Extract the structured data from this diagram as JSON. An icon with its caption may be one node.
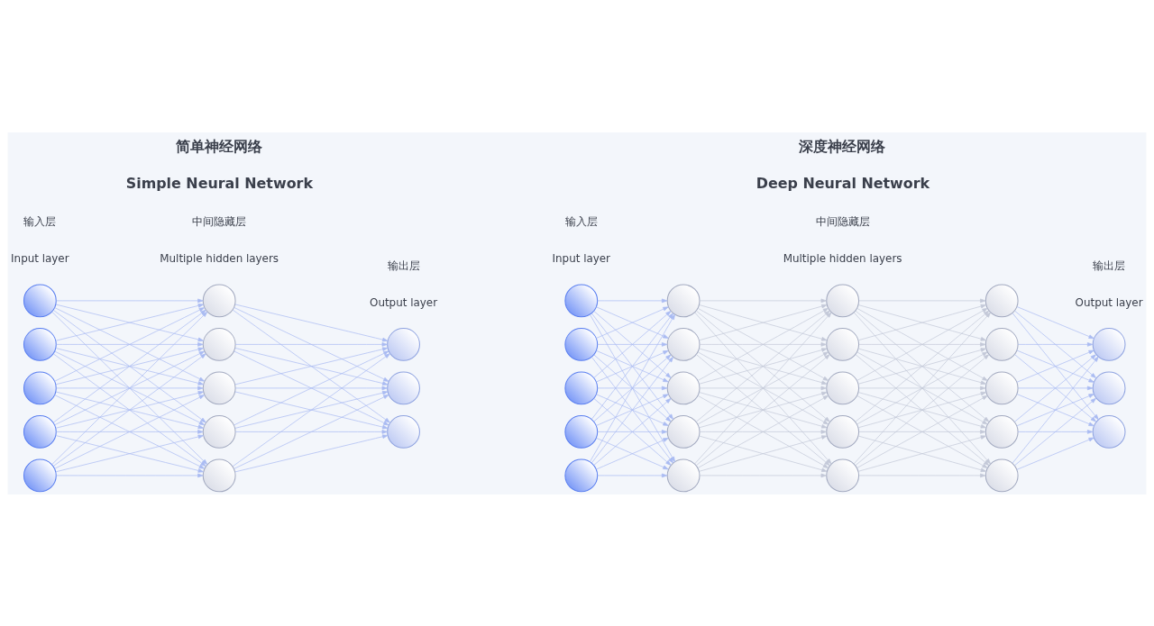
{
  "diagram": {
    "nodes": [
      {
        "text": [],
        "shape": "circle"
      },
      {
        "text": [],
        "shape": "circle"
      },
      {
        "text": [],
        "shape": "circle"
      },
      {
        "text": [],
        "shape": "circle"
      },
      {
        "text": [],
        "shape": "circle"
      },
      {
        "text": [],
        "shape": "circle"
      },
      {
        "text": [],
        "shape": "circle"
      },
      {
        "text": [],
        "shape": "circle"
      },
      {
        "text": [],
        "shape": "circle"
      },
      {
        "text": [],
        "shape": "circle"
      },
      {
        "text": [],
        "shape": "circle"
      },
      {
        "text": [],
        "shape": "circle"
      },
      {
        "text": [],
        "shape": "circle"
      },
      {
        "text": [],
        "shape": "circle"
      },
      {
        "text": [],
        "shape": "circle"
      },
      {
        "text": [],
        "shape": "circle"
      },
      {
        "text": [],
        "shape": "circle"
      },
      {
        "text": [],
        "shape": "circle"
      },
      {
        "text": [],
        "shape": "circle"
      },
      {
        "text": [],
        "shape": "circle"
      },
      {
        "text": [],
        "shape": "circle"
      },
      {
        "text": [],
        "shape": "circle"
      },
      {
        "text": [],
        "shape": "circle"
      },
      {
        "text": [],
        "shape": "circle"
      },
      {
        "text": [],
        "shape": "circle"
      },
      {
        "text": [],
        "shape": "circle"
      },
      {
        "text": [],
        "shape": "circle"
      },
      {
        "text": [],
        "shape": "circle"
      },
      {
        "text": [],
        "shape": "circle"
      },
      {
        "text": [],
        "shape": "circle"
      },
      {
        "text": [],
        "shape": "circle"
      },
      {
        "text": [],
        "shape": "circle"
      },
      {
        "text": [],
        "shape": "circle"
      },
      {
        "text": [],
        "shape": "circle"
      },
      {
        "text": [],
        "shape": "circle"
      },
      {
        "text": [],
        "shape": "circle"
      }
    ],
    "edges": [
      {
        "from": 0,
        "to": 5,
        "arrow": "to"
      },
      {
        "from": 0,
        "to": 6,
        "arrow": "to"
      },
      {
        "from": 0,
        "to": 7,
        "arrow": "to"
      },
      {
        "from": 0,
        "to": 8,
        "arrow": "to"
      },
      {
        "from": 0,
        "to": 9,
        "arrow": "to"
      },
      {
        "from": 1,
        "to": 5,
        "arrow": "to"
      },
      {
        "from": 1,
        "to": 6,
        "arrow": "to"
      },
      {
        "from": 1,
        "to": 7,
        "arrow": "to"
      },
      {
        "from": 1,
        "to": 8,
        "arrow": "to"
      },
      {
        "from": 1,
        "to": 9,
        "arrow": "to"
      },
      {
        "from": 2,
        "to": 5,
        "arrow": "to"
      },
      {
        "from": 2,
        "to": 6,
        "arrow": "to"
      },
      {
        "from": 2,
        "to": 7,
        "arrow": "to"
      },
      {
        "from": 2,
        "to": 8,
        "arrow": "to"
      },
      {
        "from": 2,
        "to": 9,
        "arrow": "to"
      },
      {
        "from": 3,
        "to": 5,
        "arrow": "to"
      },
      {
        "from": 3,
        "to": 6,
        "arrow": "to"
      },
      {
        "from": 3,
        "to": 7,
        "arrow": "to"
      },
      {
        "from": 3,
        "to": 8,
        "arrow": "to"
      },
      {
        "from": 3,
        "to": 9,
        "arrow": "to"
      },
      {
        "from": 4,
        "to": 5,
        "arrow": "to"
      },
      {
        "from": 4,
        "to": 6,
        "arrow": "to"
      },
      {
        "from": 4,
        "to": 7,
        "arrow": "to"
      },
      {
        "from": 4,
        "to": 8,
        "arrow": "to"
      },
      {
        "from": 4,
        "to": 9,
        "arrow": "to"
      },
      {
        "from": 5,
        "to": 10,
        "arrow": "to"
      },
      {
        "from": 5,
        "to": 11,
        "arrow": "to"
      },
      {
        "from": 5,
        "to": 12,
        "arrow": "to"
      },
      {
        "from": 6,
        "to": 10,
        "arrow": "to"
      },
      {
        "from": 6,
        "to": 11,
        "arrow": "to"
      },
      {
        "from": 6,
        "to": 12,
        "arrow": "to"
      },
      {
        "from": 7,
        "to": 10,
        "arrow": "to"
      },
      {
        "from": 7,
        "to": 11,
        "arrow": "to"
      },
      {
        "from": 7,
        "to": 12,
        "arrow": "to"
      },
      {
        "from": 8,
        "to": 10,
        "arrow": "to"
      },
      {
        "from": 8,
        "to": 11,
        "arrow": "to"
      },
      {
        "from": 8,
        "to": 12,
        "arrow": "to"
      },
      {
        "from": 9,
        "to": 10,
        "arrow": "to"
      },
      {
        "from": 9,
        "to": 11,
        "arrow": "to"
      },
      {
        "from": 9,
        "to": 12,
        "arrow": "to"
      },
      {
        "from": 13,
        "to": 18,
        "arrow": "to"
      },
      {
        "from": 13,
        "to": 19,
        "arrow": "to"
      },
      {
        "from": 13,
        "to": 20,
        "arrow": "to"
      },
      {
        "from": 13,
        "to": 21,
        "arrow": "to"
      },
      {
        "from": 13,
        "to": 22,
        "arrow": "to"
      },
      {
        "from": 14,
        "to": 18,
        "arrow": "to"
      },
      {
        "from": 14,
        "to": 19,
        "arrow": "to"
      },
      {
        "from": 14,
        "to": 20,
        "arrow": "to"
      },
      {
        "from": 14,
        "to": 21,
        "arrow": "to"
      },
      {
        "from": 14,
        "to": 22,
        "arrow": "to"
      },
      {
        "from": 15,
        "to": 18,
        "arrow": "to"
      },
      {
        "from": 15,
        "to": 19,
        "arrow": "to"
      },
      {
        "from": 15,
        "to": 20,
        "arrow": "to"
      },
      {
        "from": 15,
        "to": 21,
        "arrow": "to"
      },
      {
        "from": 15,
        "to": 22,
        "arrow": "to"
      },
      {
        "from": 16,
        "to": 18,
        "arrow": "to"
      },
      {
        "from": 16,
        "to": 19,
        "arrow": "to"
      },
      {
        "from": 16,
        "to": 20,
        "arrow": "to"
      },
      {
        "from": 16,
        "to": 21,
        "arrow": "to"
      },
      {
        "from": 16,
        "to": 22,
        "arrow": "to"
      },
      {
        "from": 17,
        "to": 18,
        "arrow": "to"
      },
      {
        "from": 17,
        "to": 19,
        "arrow": "to"
      },
      {
        "from": 17,
        "to": 20,
        "arrow": "to"
      },
      {
        "from": 17,
        "to": 21,
        "arrow": "to"
      },
      {
        "from": 17,
        "to": 22,
        "arrow": "to"
      },
      {
        "from": 18,
        "to": 23,
        "arrow": "to",
        "color": "#c3c8d8"
      },
      {
        "from": 18,
        "to": 24,
        "arrow": "to",
        "color": "#c3c8d8"
      },
      {
        "from": 18,
        "to": 25,
        "arrow": "to",
        "color": "#c3c8d8"
      },
      {
        "from": 18,
        "to": 26,
        "arrow": "to",
        "color": "#c3c8d8"
      },
      {
        "from": 18,
        "to": 27,
        "arrow": "to",
        "color": "#c3c8d8"
      },
      {
        "from": 19,
        "to": 23,
        "arrow": "to",
        "color": "#c3c8d8"
      },
      {
        "from": 19,
        "to": 24,
        "arrow": "to",
        "color": "#c3c8d8"
      },
      {
        "from": 19,
        "to": 25,
        "arrow": "to",
        "color": "#c3c8d8"
      },
      {
        "from": 19,
        "to": 26,
        "arrow": "to",
        "color": "#c3c8d8"
      },
      {
        "from": 19,
        "to": 27,
        "arrow": "to",
        "color": "#c3c8d8"
      },
      {
        "from": 20,
        "to": 23,
        "arrow": "to",
        "color": "#c3c8d8"
      },
      {
        "from": 20,
        "to": 24,
        "arrow": "to",
        "color": "#c3c8d8"
      },
      {
        "from": 20,
        "to": 25,
        "arrow": "to",
        "color": "#c3c8d8"
      },
      {
        "from": 20,
        "to": 26,
        "arrow": "to",
        "color": "#c3c8d8"
      },
      {
        "from": 20,
        "to": 27,
        "arrow": "to",
        "color": "#c3c8d8"
      },
      {
        "from": 21,
        "to": 23,
        "arrow": "to",
        "color": "#c3c8d8"
      },
      {
        "from": 21,
        "to": 24,
        "arrow": "to",
        "color": "#c3c8d8"
      },
      {
        "from": 21,
        "to": 25,
        "arrow": "to",
        "color": "#c3c8d8"
      },
      {
        "from": 21,
        "to": 26,
        "arrow": "to",
        "color": "#c3c8d8"
      },
      {
        "from": 21,
        "to": 27,
        "arrow": "to",
        "color": "#c3c8d8"
      },
      {
        "from": 22,
        "to": 23,
        "arrow": "to",
        "color": "#c3c8d8"
      },
      {
        "from": 22,
        "to": 24,
        "arrow": "to",
        "color": "#c3c8d8"
      },
      {
        "from": 22,
        "to": 25,
        "arrow": "to",
        "color": "#c3c8d8"
      },
      {
        "from": 22,
        "to": 26,
        "arrow": "to",
        "color": "#c3c8d8"
      },
      {
        "from": 22,
        "to": 27,
        "arrow": "to",
        "color": "#c3c8d8"
      },
      {
        "from": 23,
        "to": 28,
        "arrow": "to",
        "color": "#c3c8d8"
      },
      {
        "from": 23,
        "to": 29,
        "arrow": "to",
        "color": "#c3c8d8"
      },
      {
        "from": 23,
        "to": 30,
        "arrow": "to",
        "color": "#c3c8d8"
      },
      {
        "from": 23,
        "to": 31,
        "arrow": "to",
        "color": "#c3c8d8"
      },
      {
        "from": 23,
        "to": 32,
        "arrow": "to",
        "color": "#c3c8d8"
      },
      {
        "from": 24,
        "to": 28,
        "arrow": "to",
        "color": "#c3c8d8"
      },
      {
        "from": 24,
        "to": 29,
        "arrow": "to",
        "color": "#c3c8d8"
      },
      {
        "from": 24,
        "to": 30,
        "arrow": "to",
        "color": "#c3c8d8"
      },
      {
        "from": 24,
        "to": 31,
        "arrow": "to",
        "color": "#c3c8d8"
      },
      {
        "from": 24,
        "to": 32,
        "arrow": "to",
        "color": "#c3c8d8"
      },
      {
        "from": 25,
        "to": 28,
        "arrow": "to",
        "color": "#c3c8d8"
      },
      {
        "from": 25,
        "to": 29,
        "arrow": "to",
        "color": "#c3c8d8"
      },
      {
        "from": 25,
        "to": 30,
        "arrow": "to",
        "color": "#c3c8d8"
      },
      {
        "from": 25,
        "to": 31,
        "arrow": "to",
        "color": "#c3c8d8"
      },
      {
        "from": 25,
        "to": 32,
        "arrow": "to",
        "color": "#c3c8d8"
      },
      {
        "from": 26,
        "to": 28,
        "arrow": "to",
        "color": "#c3c8d8"
      },
      {
        "from": 26,
        "to": 29,
        "arrow": "to",
        "color": "#c3c8d8"
      },
      {
        "from": 26,
        "to": 30,
        "arrow": "to",
        "color": "#c3c8d8"
      },
      {
        "from": 26,
        "to": 31,
        "arrow": "to",
        "color": "#c3c8d8"
      },
      {
        "from": 26,
        "to": 32,
        "arrow": "to",
        "color": "#c3c8d8"
      },
      {
        "from": 27,
        "to": 28,
        "arrow": "to",
        "color": "#c3c8d8"
      },
      {
        "from": 27,
        "to": 29,
        "arrow": "to",
        "color": "#c3c8d8"
      },
      {
        "from": 27,
        "to": 30,
        "arrow": "to",
        "color": "#c3c8d8"
      },
      {
        "from": 27,
        "to": 31,
        "arrow": "to",
        "color": "#c3c8d8"
      },
      {
        "from": 27,
        "to": 32,
        "arrow": "to",
        "color": "#c3c8d8"
      },
      {
        "from": 28,
        "to": 33,
        "arrow": "to"
      },
      {
        "from": 28,
        "to": 34,
        "arrow": "to"
      },
      {
        "from": 28,
        "to": 35,
        "arrow": "to"
      },
      {
        "from": 29,
        "to": 33,
        "arrow": "to"
      },
      {
        "from": 29,
        "to": 34,
        "arrow": "to"
      },
      {
        "from": 29,
        "to": 35,
        "arrow": "to"
      },
      {
        "from": 30,
        "to": 33,
        "arrow": "to"
      },
      {
        "from": 30,
        "to": 34,
        "arrow": "to"
      },
      {
        "from": 30,
        "to": 35,
        "arrow": "to"
      },
      {
        "from": 31,
        "to": 33,
        "arrow": "to"
      },
      {
        "from": 31,
        "to": 34,
        "arrow": "to"
      },
      {
        "from": 31,
        "to": 35,
        "arrow": "to"
      },
      {
        "from": 32,
        "to": 33,
        "arrow": "to"
      },
      {
        "from": 32,
        "to": 34,
        "arrow": "to"
      },
      {
        "from": 32,
        "to": 35,
        "arrow": "to"
      }
    ],
    "labels": [
      "简单神经网络",
      "Simple Neural Network",
      "输入层",
      "Input layer",
      "中间隐藏层",
      "Multiple hidden layers",
      "输出层",
      "Output layer",
      "深度神经网络",
      "Deep Neural Network",
      "输入层",
      "Input layer",
      "中间隐藏层",
      "Multiple hidden layers",
      "输出层",
      "Output layer"
    ]
  }
}
